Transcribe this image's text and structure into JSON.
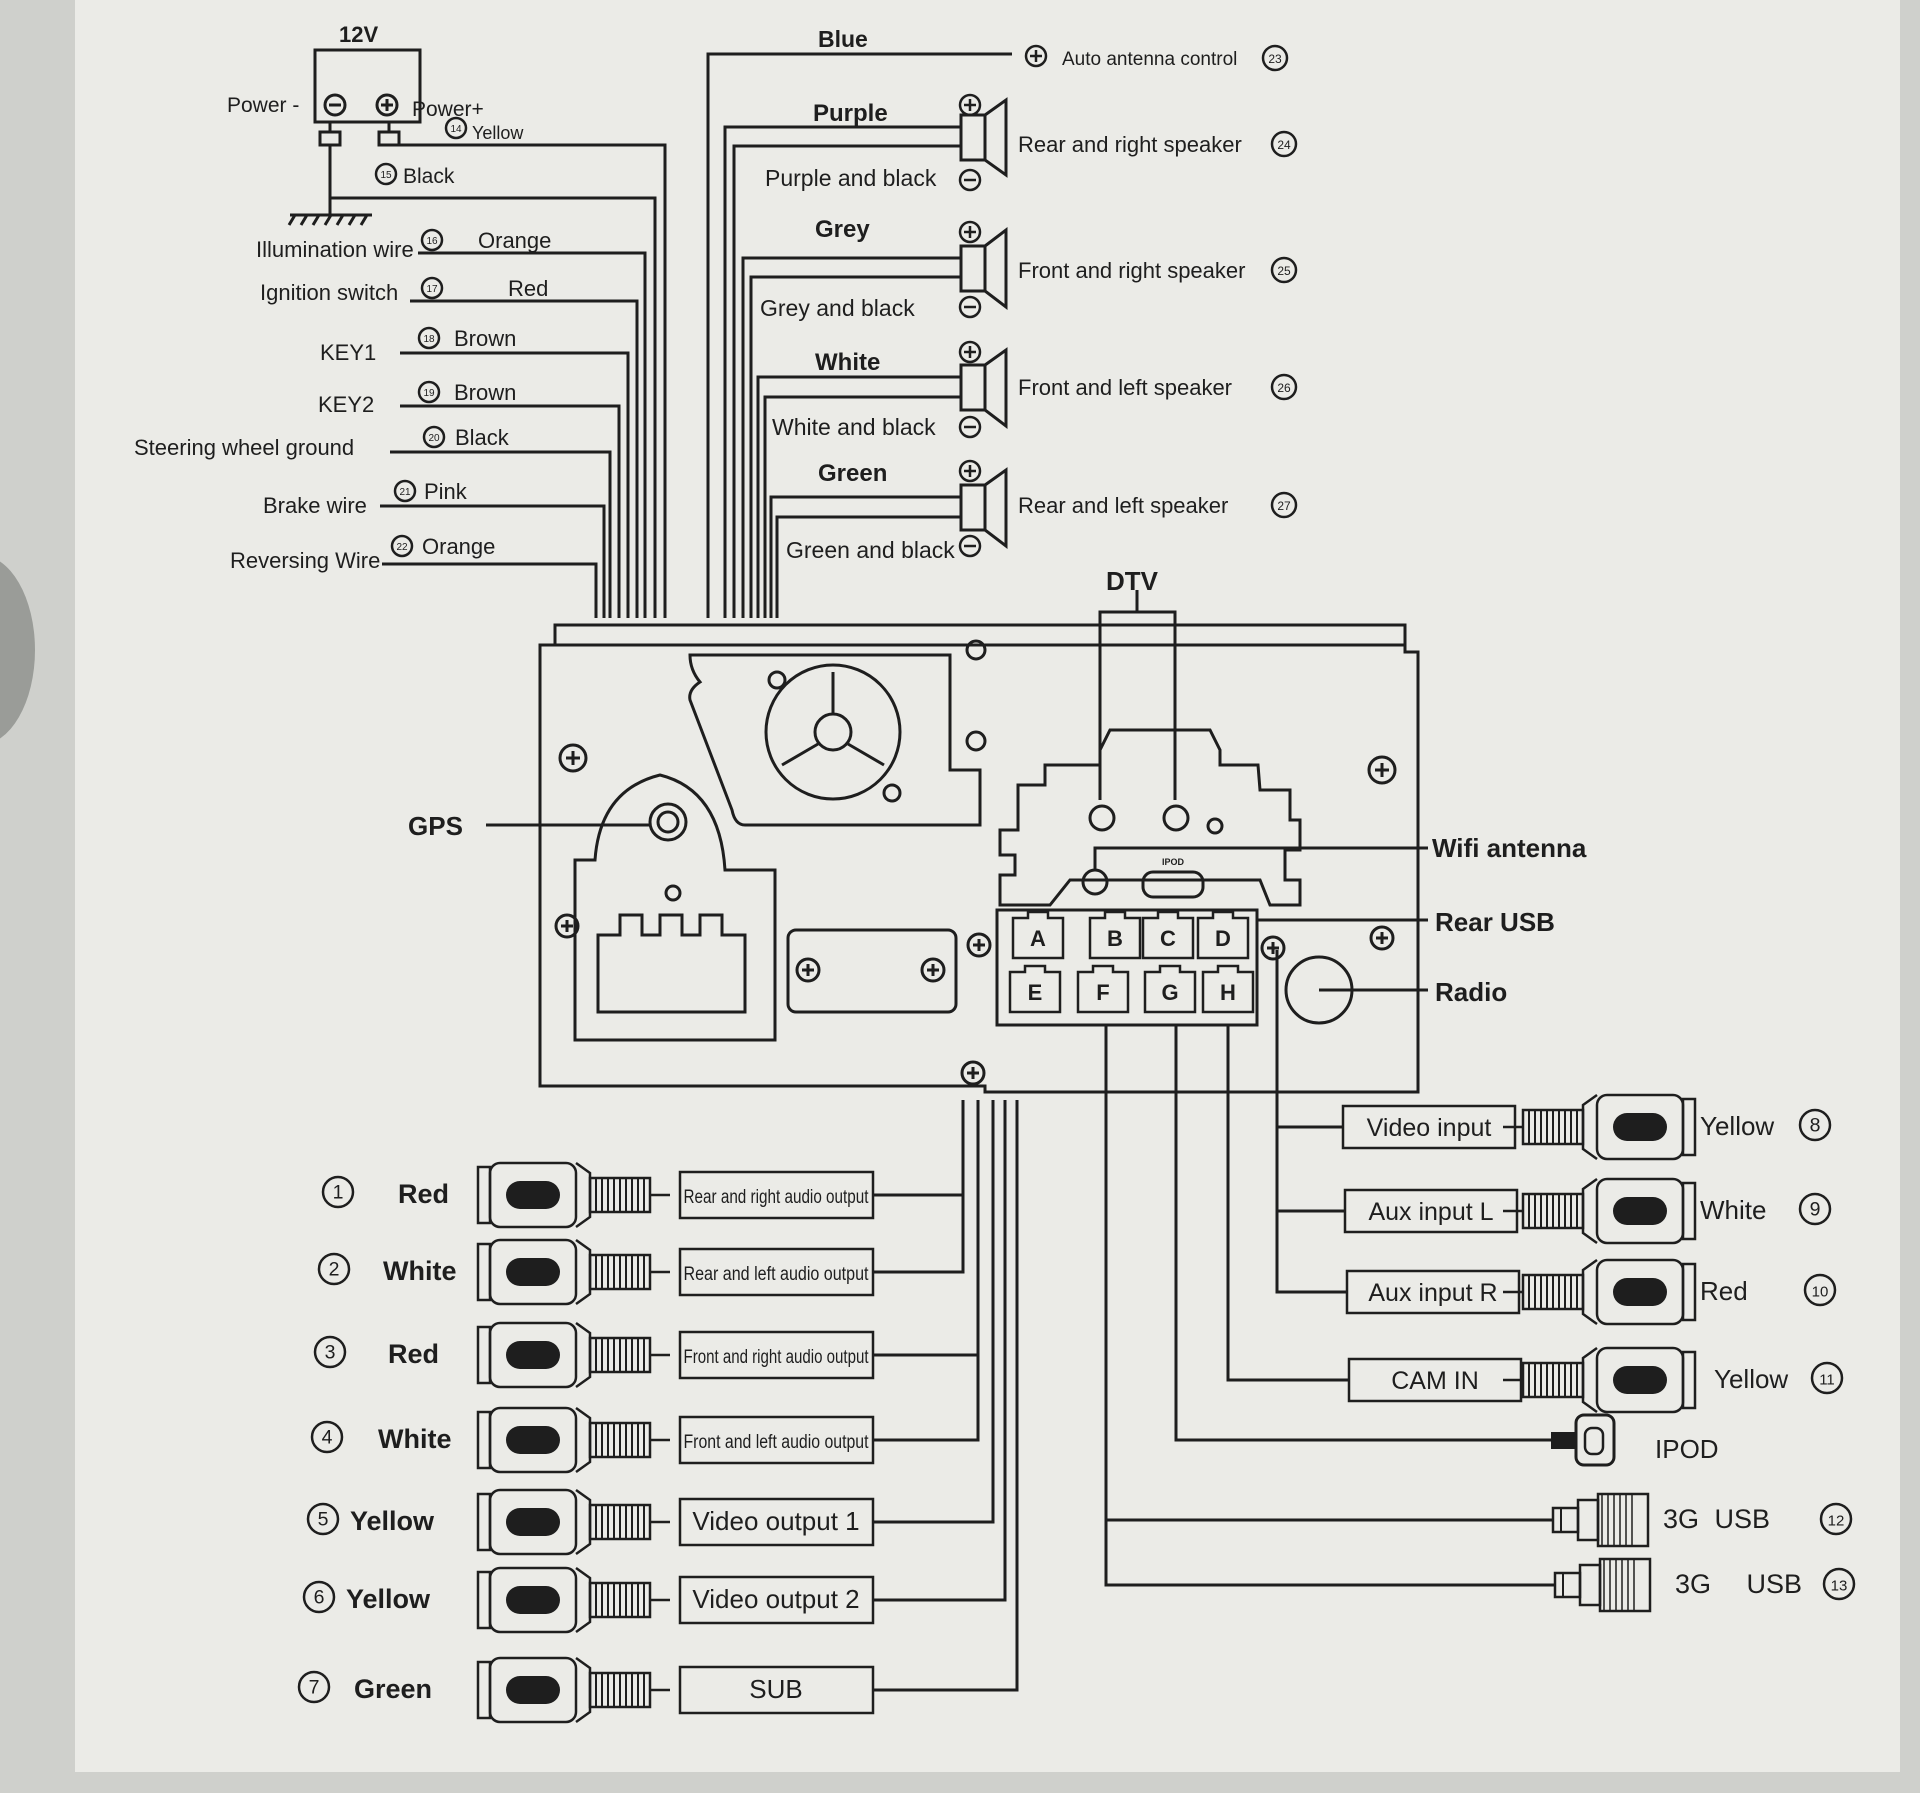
{
  "power": {
    "voltage": "12V",
    "minus_label": "Power -",
    "plus_label": "Power+",
    "yellow_label": "Yellow",
    "black_label": "Black",
    "yellow_num": "14",
    "black_num": "15"
  },
  "left_wires": [
    {
      "name": "Illumination wire",
      "num": "16",
      "color": "Orange"
    },
    {
      "name": "Ignition switch",
      "num": "17",
      "color": "Red"
    },
    {
      "name": "KEY1",
      "num": "18",
      "color": "Brown"
    },
    {
      "name": "KEY2",
      "num": "19",
      "color": "Brown"
    },
    {
      "name": "Steering wheel ground",
      "num": "20",
      "color": "Black"
    },
    {
      "name": "Brake wire",
      "num": "21",
      "color": "Pink"
    },
    {
      "name": "Reversing Wire",
      "num": "22",
      "color": "Orange"
    }
  ],
  "antenna": {
    "wire": "Blue",
    "label": "Auto antenna control",
    "num": "23"
  },
  "speakers": [
    {
      "plus": "Purple",
      "minus": "Purple and black",
      "label": "Rear and right speaker",
      "num": "24"
    },
    {
      "plus": "Grey",
      "minus": "Grey and black",
      "label": "Front and right speaker",
      "num": "25"
    },
    {
      "plus": "White",
      "minus": "White and black",
      "label": "Front and left speaker",
      "num": "26"
    },
    {
      "plus": "Green",
      "minus": "Green and black",
      "label": "Rear and left speaker",
      "num": "27"
    }
  ],
  "unit": {
    "dtv": "DTV",
    "gps": "GPS",
    "wifi": "Wifi antenna",
    "rear_usb": "Rear USB",
    "radio": "Radio",
    "ipod_port": "IPOD",
    "ports": [
      "A",
      "B",
      "C",
      "D",
      "E",
      "F",
      "G",
      "H"
    ]
  },
  "outputs": [
    {
      "num": "1",
      "color": "Red",
      "label": "Rear and right audio output"
    },
    {
      "num": "2",
      "color": "White",
      "label": "Rear and left audio output"
    },
    {
      "num": "3",
      "color": "Red",
      "label": "Front and right audio output"
    },
    {
      "num": "4",
      "color": "White",
      "label": "Front and left audio output"
    },
    {
      "num": "5",
      "color": "Yellow",
      "label": "Video output 1"
    },
    {
      "num": "6",
      "color": "Yellow",
      "label": "Video output 2"
    },
    {
      "num": "7",
      "color": "Green",
      "label": "SUB"
    }
  ],
  "inputs": [
    {
      "label": "Video input",
      "color": "Yellow",
      "num": "8"
    },
    {
      "label": "Aux input L",
      "color": "White",
      "num": "9"
    },
    {
      "label": "Aux input R",
      "color": "Red",
      "num": "10"
    },
    {
      "label": "CAM IN",
      "color": "Yellow",
      "num": "11"
    }
  ],
  "ipod": "IPOD",
  "usb3g": [
    {
      "label": "3G USB",
      "num": "12"
    },
    {
      "label": "3G USB",
      "num": "13"
    }
  ],
  "sign_plus": "⊕",
  "sign_minus": "⊖"
}
